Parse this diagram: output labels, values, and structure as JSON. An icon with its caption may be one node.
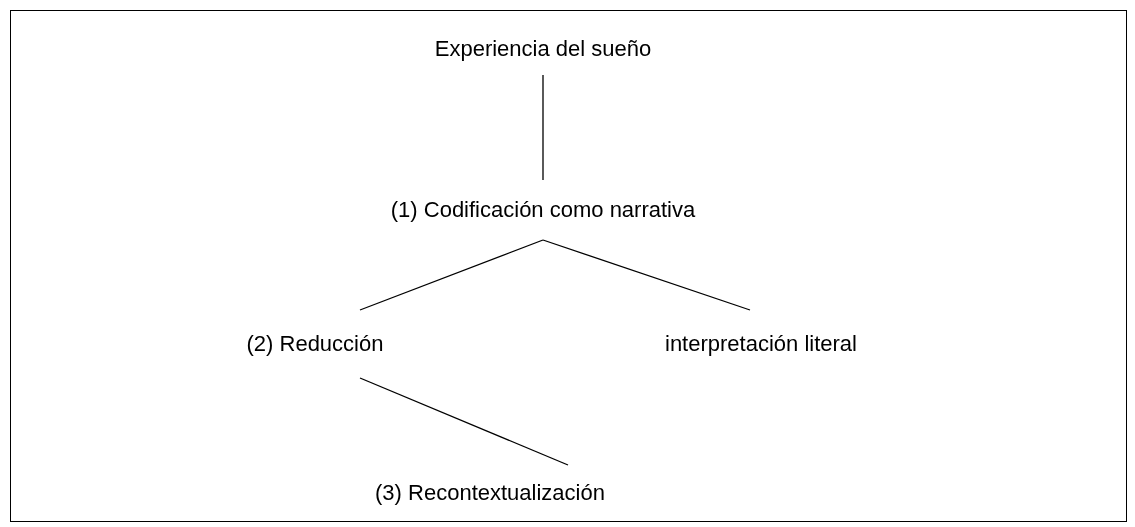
{
  "diagram": {
    "nodes": [
      {
        "text": [
          "Experiencia del sueño"
        ]
      },
      {
        "text": [
          "(1) Codificación como narrativa"
        ]
      },
      {
        "text": [
          "(2) Reducción"
        ]
      },
      {
        "text": [
          "interpretación literal"
        ]
      },
      {
        "text": [
          "(3) Recontextualización"
        ]
      }
    ],
    "edges": [
      {
        "from": 0,
        "to": 1,
        "arrow": "none"
      },
      {
        "from": 1,
        "to": 2,
        "arrow": "none"
      },
      {
        "from": 1,
        "to": 3,
        "arrow": "none"
      },
      {
        "from": 2,
        "to": 4,
        "arrow": "none"
      }
    ]
  }
}
